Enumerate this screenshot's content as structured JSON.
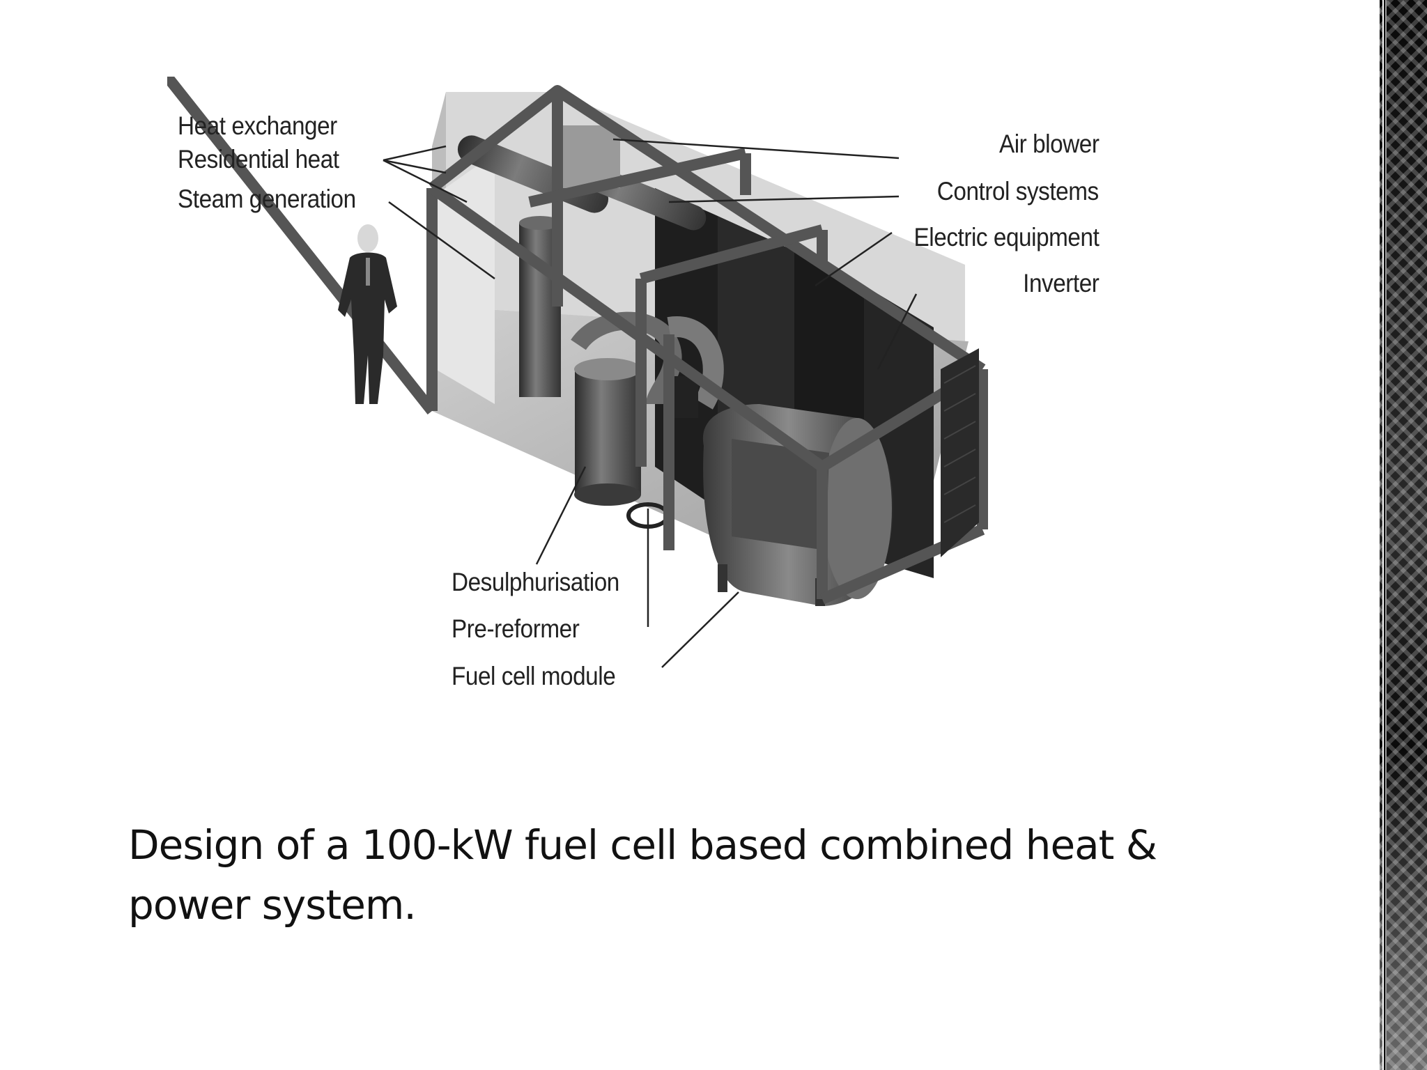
{
  "diagram": {
    "labels_left": [
      "Heat exchanger",
      "Residential heat",
      "Steam generation"
    ],
    "labels_right": [
      "Air blower",
      "Control systems",
      "Electric equipment",
      "Inverter"
    ],
    "labels_bottom": [
      "Desulphurisation",
      "Pre-reformer",
      "Fuel cell module"
    ]
  },
  "caption": "Design of a 100-kW fuel cell based combined heat & power system.",
  "colors": {
    "background": "#ffffff",
    "text": "#111111",
    "band": "#111111"
  }
}
